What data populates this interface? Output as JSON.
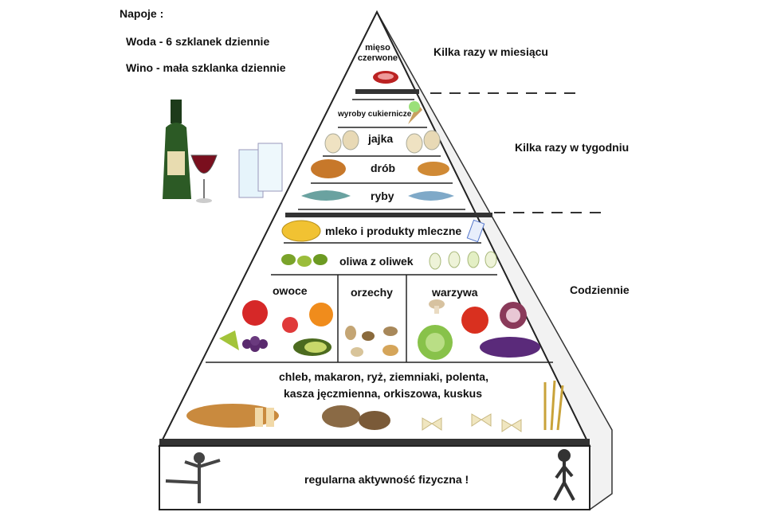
{
  "drinks": {
    "title": "Napoje :",
    "water": "Woda - 6 szklanek dziennie",
    "wine": "Wino - mała szklanka dziennie"
  },
  "frequency": {
    "monthly": "Kilka razy w miesiącu",
    "weekly": "Kilka razy w tygodniu",
    "daily": "Codziennie"
  },
  "pyramid": {
    "red_meat": "mięso czerwone",
    "sweets": "wyroby cukiernicze",
    "eggs": "jajka",
    "poultry": "drób",
    "fish": "ryby",
    "dairy": "mleko i produkty mleczne",
    "olive_oil": "oliwa z oliwek",
    "fruits": "owoce",
    "nuts": "orzechy",
    "vegetables": "warzywa",
    "grains_line1": "chleb, makaron, ryż, ziemniaki, polenta,",
    "grains_line2": "kasza jęczmienna, orkiszowa, kuskus",
    "activity": "regularna aktywność fizyczna !"
  }
}
